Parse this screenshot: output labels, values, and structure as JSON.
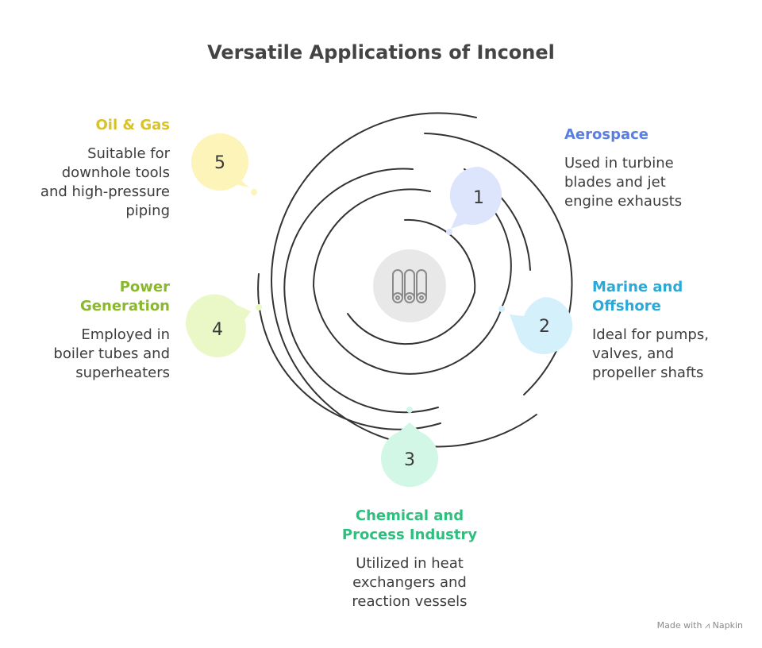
{
  "title": "Versatile Applications of Inconel",
  "items": [
    {
      "number": "1",
      "label": "Aerospace",
      "description": [
        "Used in turbine",
        "blades and jet",
        "engine exhausts"
      ],
      "color": "#5a7fe0",
      "bubble_color": "#dce5fb"
    },
    {
      "number": "2",
      "label": "Marine and Offshore",
      "description": [
        "Ideal for pumps,",
        "valves, and",
        "propeller shafts"
      ],
      "color": "#2aa8d8",
      "bubble_color": "#d4f1fb"
    },
    {
      "number": "3",
      "label": "Chemical and Process Industry",
      "description": [
        "Utilized in heat",
        "exchangers and",
        "reaction vessels"
      ],
      "color": "#2ebf7f",
      "bubble_color": "#d2f7e6"
    },
    {
      "number": "4",
      "label": "Power Generation",
      "description": [
        "Employed in",
        "boiler tubes and",
        "superheaters"
      ],
      "color": "#8ab82c",
      "bubble_color": "#eaf8c8"
    },
    {
      "number": "5",
      "label": "Oil & Gas",
      "description": [
        "Suitable for",
        "downhole tools",
        "and high-pressure",
        "piping"
      ],
      "color": "#d8c22a",
      "bubble_color": "#fcf4b8"
    }
  ],
  "center_icon": "pipes-icon",
  "footer": "Made with ⩘ Napkin",
  "colors": {
    "arc": "#333333",
    "center_circle": "#e8e8e8"
  }
}
